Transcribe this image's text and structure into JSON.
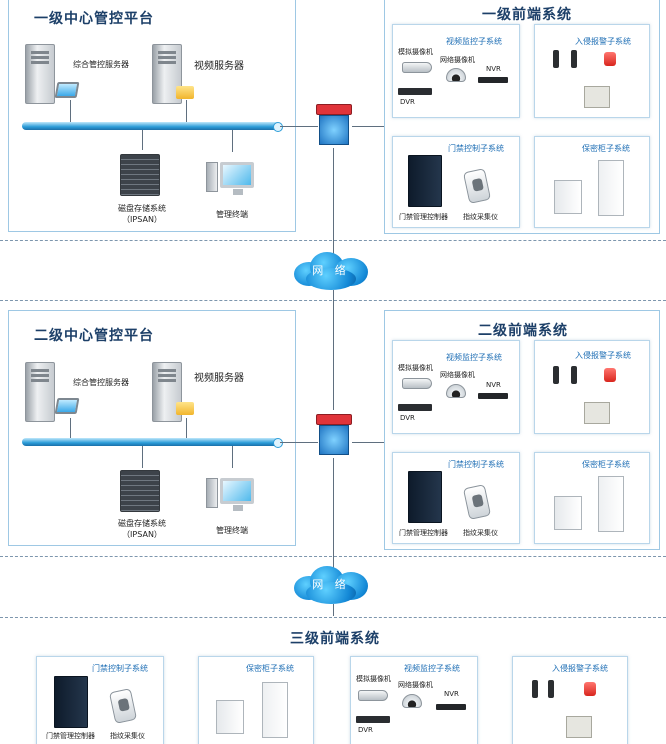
{
  "level1": {
    "platform_title": "一级中心管控平台",
    "server1_label": "综合管控服务器",
    "server2_label": "视频服务器",
    "storage_label": "磁盘存储系统",
    "storage_sub": "（IPSAN）",
    "terminal_label": "管理终端",
    "front_title": "一级前端系统"
  },
  "level2": {
    "platform_title": "二级中心管控平台",
    "server1_label": "综合管控服务器",
    "server2_label": "视频服务器",
    "storage_label": "磁盘存储系统",
    "storage_sub": "（IPSAN）",
    "terminal_label": "管理终端",
    "front_title": "二级前端系统"
  },
  "level3": {
    "front_title": "三级前端系统"
  },
  "network_label": "网 络",
  "subsystems": {
    "video": "视频监控子系统",
    "alarm": "入侵报警子系统",
    "access": "门禁控制子系统",
    "safe": "保密柜子系统"
  },
  "devices": {
    "analog_camera": "模拟摄像机",
    "network_camera": "网络摄像机",
    "nvr": "NVR",
    "dvr": "DVR",
    "access_controller": "门禁管理控制器",
    "fingerprint": "指纹采集仪"
  }
}
